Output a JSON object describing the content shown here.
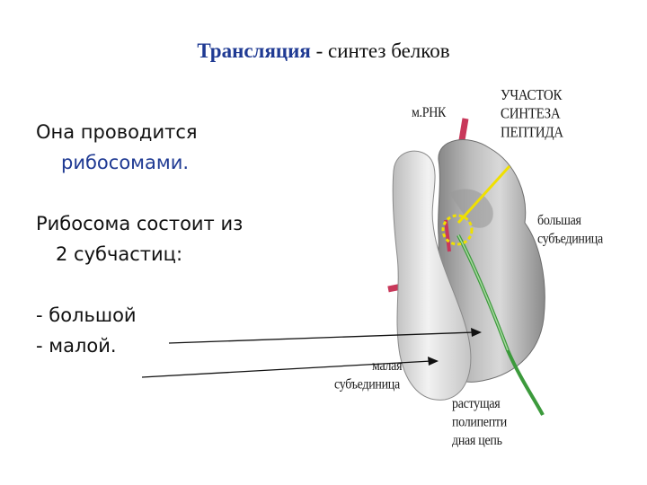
{
  "title": {
    "keyword": "Трансляция",
    "rest": " - синтез белков"
  },
  "text": {
    "line1": "Она проводится",
    "line2": "рибосомами.",
    "line3": "Рибосома состоит из",
    "line4": "2 субчастиц:",
    "line5": "- большой",
    "line6": "- малой."
  },
  "labels": {
    "mrna": "м.РНК",
    "synthesis_site": [
      "УЧАСТОК",
      "СИНТЕЗА",
      "ПЕПТИДА"
    ],
    "large_subunit": [
      "большая",
      "субъединица"
    ],
    "small_subunit": [
      "малая",
      "субъединица"
    ],
    "growing_chain": [
      "растущая",
      "полипепти",
      "дная цепь"
    ]
  },
  "colors": {
    "title_keyword": "#1f3a93",
    "mrna": "#c8385a",
    "peptide": "#3c9a3c",
    "site_marker": "#f0e000"
  }
}
